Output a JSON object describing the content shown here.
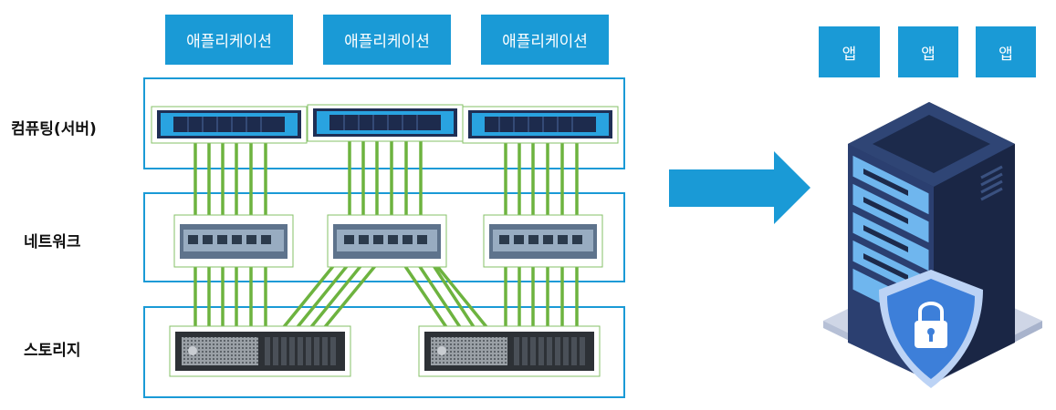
{
  "left": {
    "apps": [
      "애플리케이션",
      "애플리케이션",
      "애플리케이션"
    ],
    "tiers": {
      "compute": "컴퓨팅(서버)",
      "network": "네트워크",
      "storage": "스토리지"
    }
  },
  "right": {
    "apps": [
      "앱",
      "앱",
      "앱"
    ]
  },
  "colors": {
    "accent": "#1a9ad6",
    "cable": "#6db33f",
    "server_dark": "#1f2f55",
    "shield": "#3d7fd9"
  }
}
